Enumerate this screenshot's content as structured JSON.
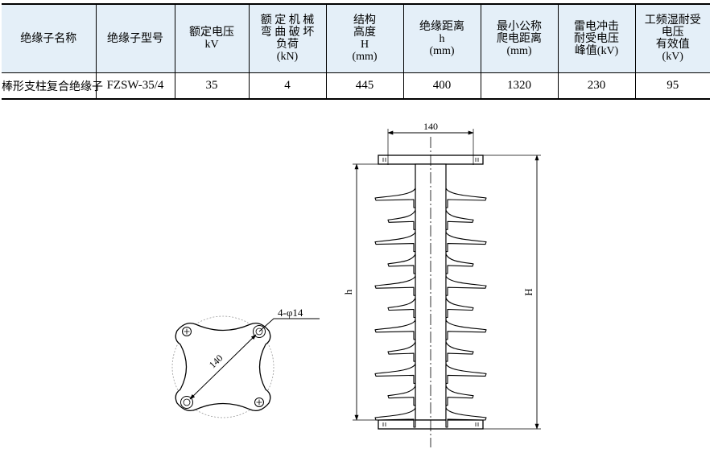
{
  "table": {
    "headers": [
      [
        "绝缘子名称"
      ],
      [
        "绝缘子型号"
      ],
      [
        "额定电压",
        "kV"
      ],
      [
        "额 定 机 械",
        "弯 曲 破 坏",
        "负荷",
        "(kN)"
      ],
      [
        "结构",
        "高度",
        "H",
        "(mm)"
      ],
      [
        "绝缘距离",
        "h",
        "(mm)"
      ],
      [
        "最小公称",
        "爬电距离",
        "(mm)"
      ],
      [
        "雷电冲击",
        "耐受电压",
        "峰值(kV)"
      ],
      [
        "工频湿耐受",
        "电压",
        "有效值",
        "(kV)"
      ]
    ],
    "rows": [
      [
        "棒形支柱复合绝缘子",
        "FZSW-35/4",
        "35",
        "4",
        "445",
        "400",
        "1320",
        "230",
        "95"
      ]
    ]
  },
  "drawing": {
    "flange_width_label": "140",
    "bolt_label": "4-φ14",
    "diagonal_label": "140",
    "insulation_height_label": "h",
    "total_height_label": "H"
  }
}
